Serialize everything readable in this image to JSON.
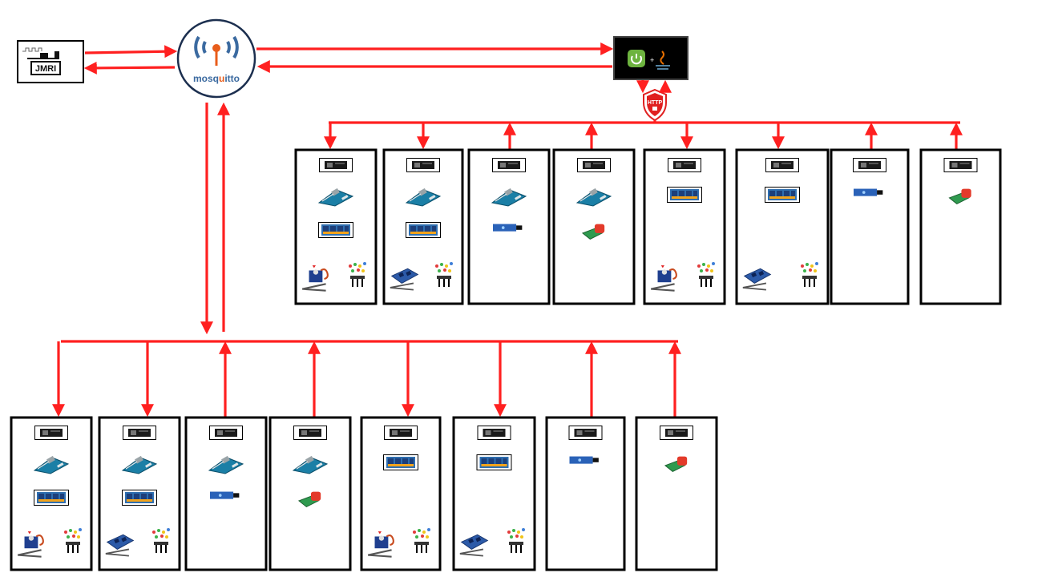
{
  "nodes": {
    "jmri": {
      "label": "JMRI",
      "icon": "jmri-locomotive-icon"
    },
    "broker": {
      "label_a": "mosq",
      "label_b": "u",
      "label_c": "itto",
      "icon": "mosquitto-antenna-icon"
    },
    "server": {
      "label": "",
      "icon": "spring-java-icon"
    },
    "http": {
      "label": "HTTP",
      "icon": "http-shield-icon"
    }
  },
  "colors": {
    "wire": "#ff2020",
    "box_border": "#000000",
    "mosquitto_blue": "#3b6aa0",
    "mosquitto_orange": "#e85d1b",
    "spring_green": "#6db33f"
  },
  "http_boards": [
    {
      "parts": [
        "esp-board",
        "arduino-uno",
        "relay-module",
        "servo-and-leds"
      ],
      "direction": "in"
    },
    {
      "parts": [
        "esp-board",
        "arduino-uno",
        "relay-module",
        "relay-board-and-leds"
      ],
      "direction": "in"
    },
    {
      "parts": [
        "esp-board",
        "arduino-uno",
        "ir-sensor"
      ],
      "direction": "out"
    },
    {
      "parts": [
        "esp-board",
        "arduino-uno",
        "current-sensor"
      ],
      "direction": "out"
    },
    {
      "parts": [
        "esp-board",
        "relay-module",
        "servo-and-leds"
      ],
      "direction": "in"
    },
    {
      "parts": [
        "esp-board",
        "relay-module",
        "relay-board-and-leds"
      ],
      "direction": "in"
    },
    {
      "parts": [
        "esp-board",
        "ir-sensor"
      ],
      "direction": "out"
    },
    {
      "parts": [
        "esp-board",
        "current-sensor"
      ],
      "direction": "out"
    }
  ],
  "mqtt_boards": [
    {
      "parts": [
        "esp-board",
        "arduino-uno",
        "relay-module",
        "servo-and-leds"
      ],
      "direction": "in"
    },
    {
      "parts": [
        "esp-board",
        "arduino-uno",
        "relay-module",
        "relay-board-and-leds"
      ],
      "direction": "in"
    },
    {
      "parts": [
        "esp-board",
        "arduino-uno",
        "ir-sensor"
      ],
      "direction": "out"
    },
    {
      "parts": [
        "esp-board",
        "arduino-uno",
        "current-sensor"
      ],
      "direction": "out"
    },
    {
      "parts": [
        "esp-board",
        "relay-module",
        "servo-and-leds"
      ],
      "direction": "in"
    },
    {
      "parts": [
        "esp-board",
        "relay-module",
        "relay-board-and-leds"
      ],
      "direction": "in"
    },
    {
      "parts": [
        "esp-board",
        "ir-sensor"
      ],
      "direction": "out"
    },
    {
      "parts": [
        "esp-board",
        "current-sensor"
      ],
      "direction": "out"
    }
  ]
}
